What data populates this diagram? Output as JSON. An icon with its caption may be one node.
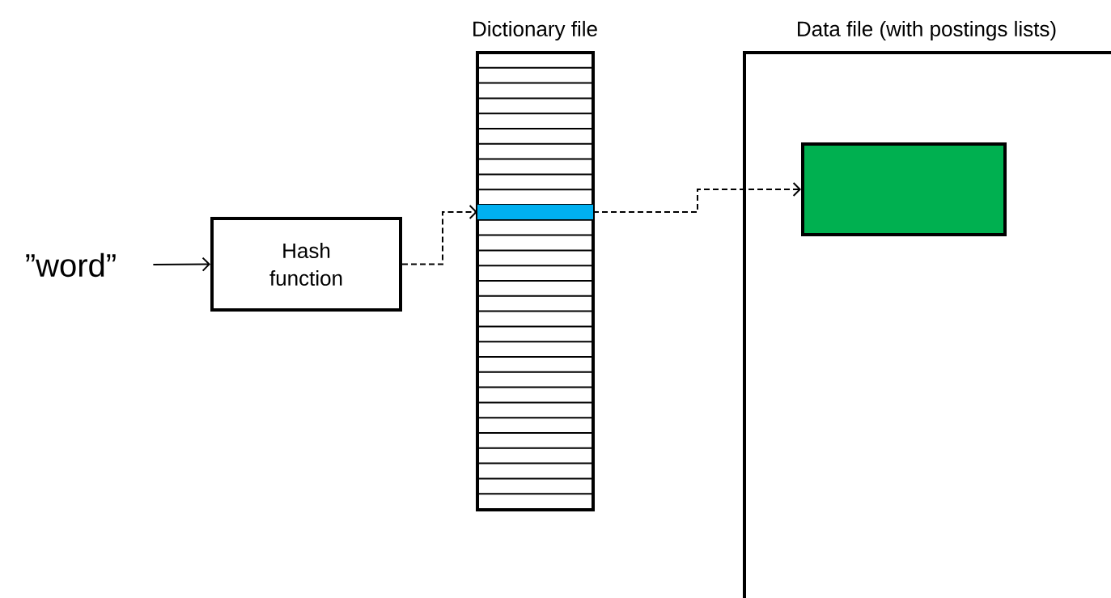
{
  "diagram": {
    "nodes": [
      {
        "text": [
          "”word”"
        ]
      },
      {
        "text": [
          "Hash function"
        ]
      },
      {
        "text": [
          "Dictionary file"
        ]
      },
      {
        "text": [],
        "shape": "bar",
        "in": 2
      },
      {
        "text": [
          "Data file (with postings lists)"
        ]
      },
      {
        "text": [],
        "shape": "box",
        "in": 4
      }
    ],
    "edges": [
      {
        "from": 0,
        "to": 1,
        "arrow": "to"
      },
      {
        "from": 1,
        "to": 3,
        "arrow": "to",
        "style": "dashed"
      },
      {
        "from": 3,
        "to": 5,
        "arrow": "to",
        "style": "dashed"
      }
    ]
  }
}
